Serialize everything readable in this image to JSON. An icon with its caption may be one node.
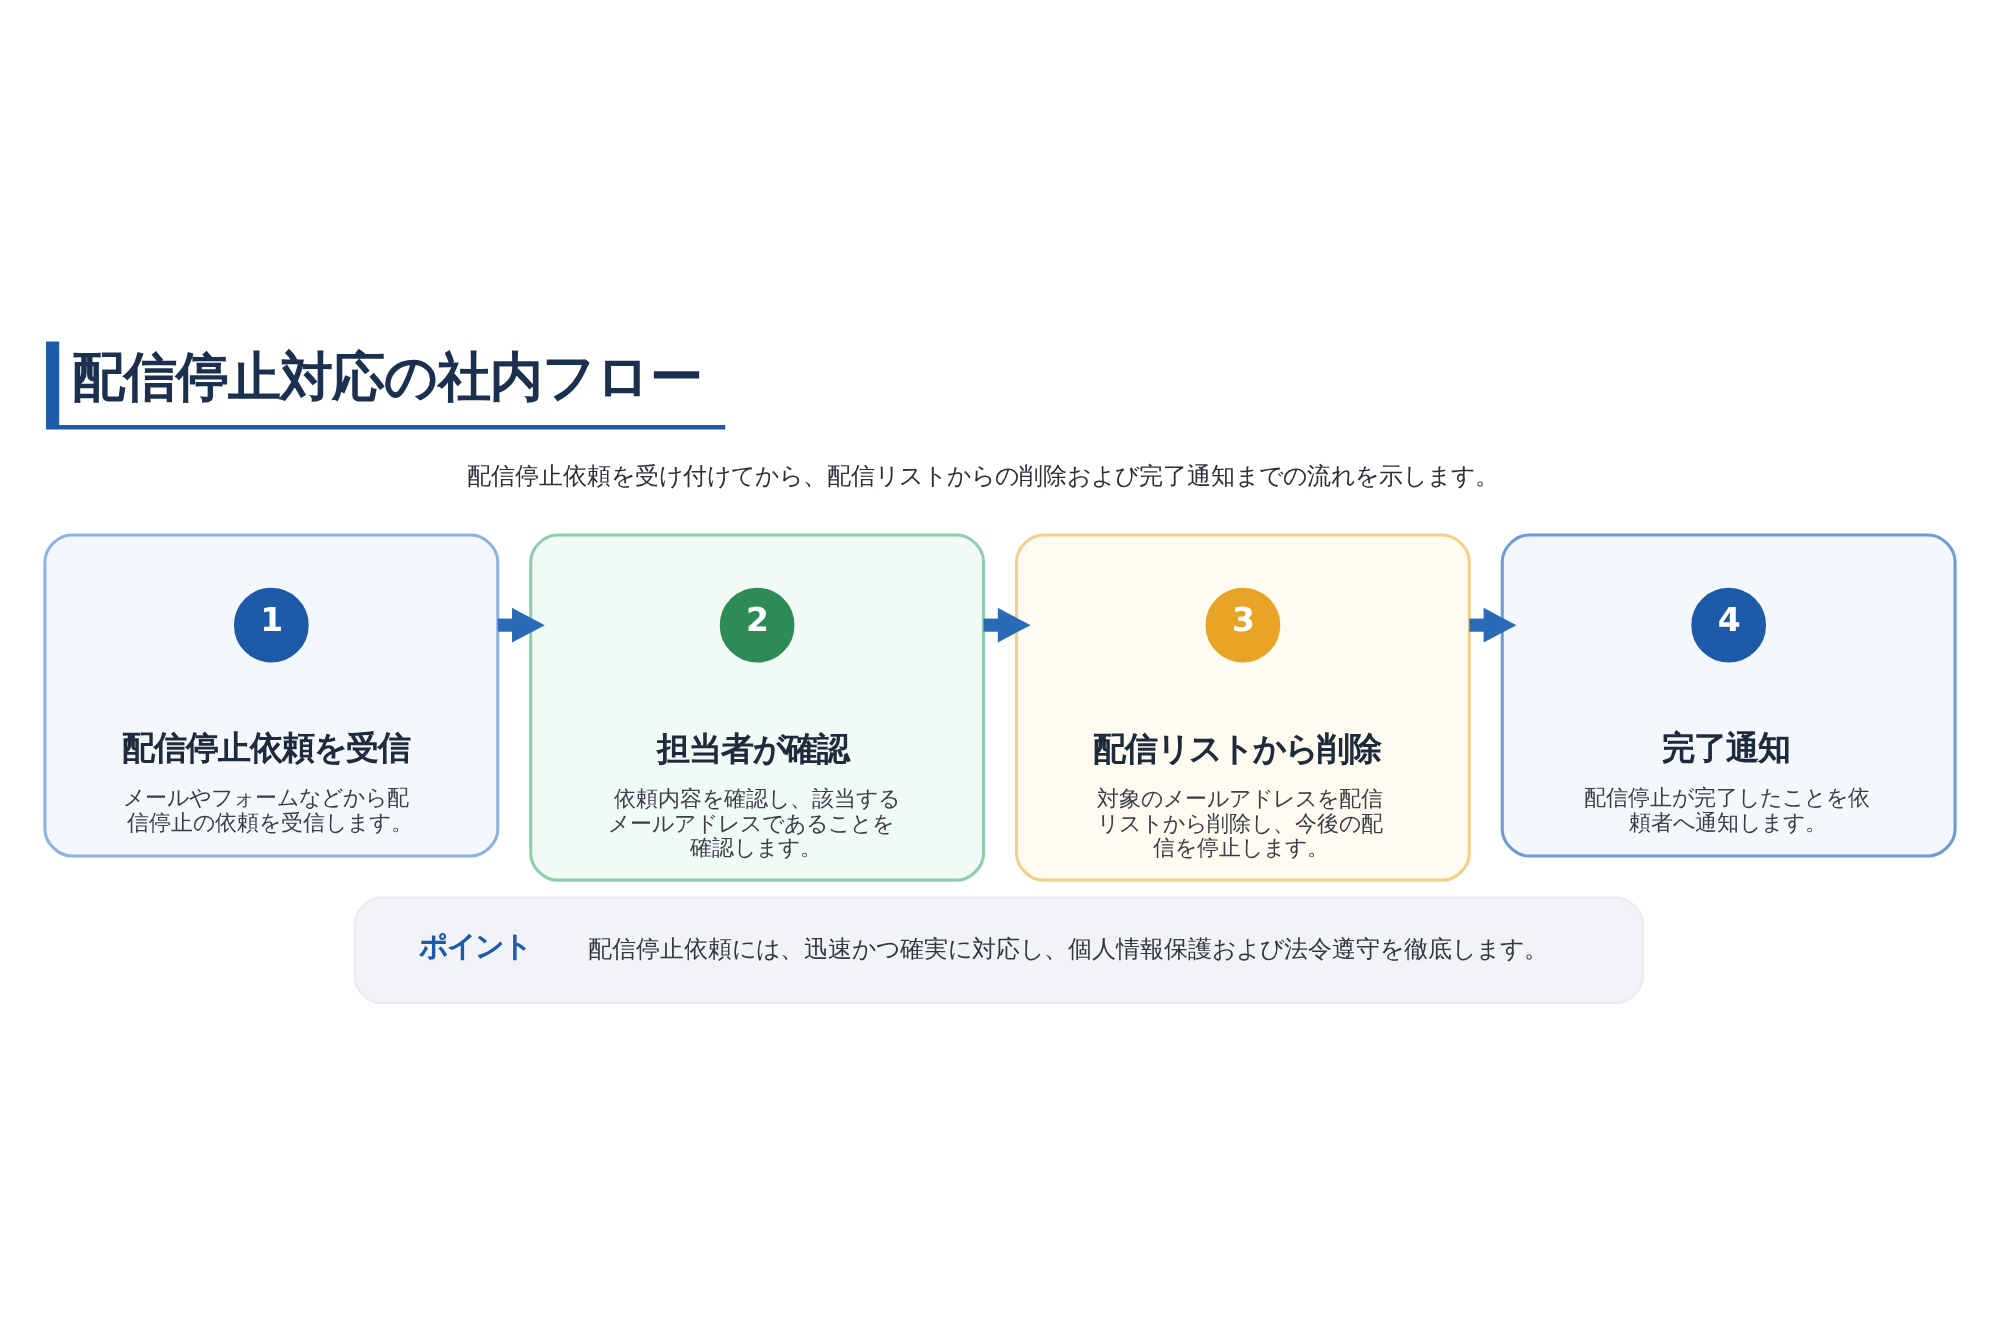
{
  "diagram": {
    "title": "配信停止対応の社内フロー",
    "nodes": [
      {
        "text": [
          "配信停止依頼を受信",
          "メールやフォームなどから配信停止の依頼を受信します。"
        ]
      },
      {
        "text": [
          "1"
        ],
        "in": 0
      },
      {
        "text": [
          "担当者が確認",
          "依頼内容を確認し、該当するメールアドレスであることを確認します。"
        ]
      },
      {
        "text": [
          "2"
        ],
        "in": 2
      },
      {
        "text": [
          "配信リストから削除",
          "対象のメールアドレスを配信リストから削除し、今後の配信を停止します。"
        ]
      },
      {
        "text": [
          "3"
        ],
        "in": 4
      },
      {
        "text": [
          "完了通知",
          "配信停止が完了したことを依頼者へ通知します。"
        ]
      },
      {
        "text": [
          "4"
        ],
        "in": 6
      },
      {
        "text": [
          "ポイント",
          "配信停止依頼には、迅速かつ確実に対応し、個人情報保護および法令遵守を徹底します。"
        ]
      }
    ],
    "edges": [
      {
        "from": 0,
        "to": 2,
        "arrow": "to"
      },
      {
        "from": 2,
        "to": 4,
        "arrow": "to"
      },
      {
        "from": 4,
        "to": 6,
        "arrow": "to"
      }
    ],
    "labels": [
      "配信停止依頼を受け付けてから、配信リストからの削除および完了通知までの流れを示します。"
    ]
  }
}
